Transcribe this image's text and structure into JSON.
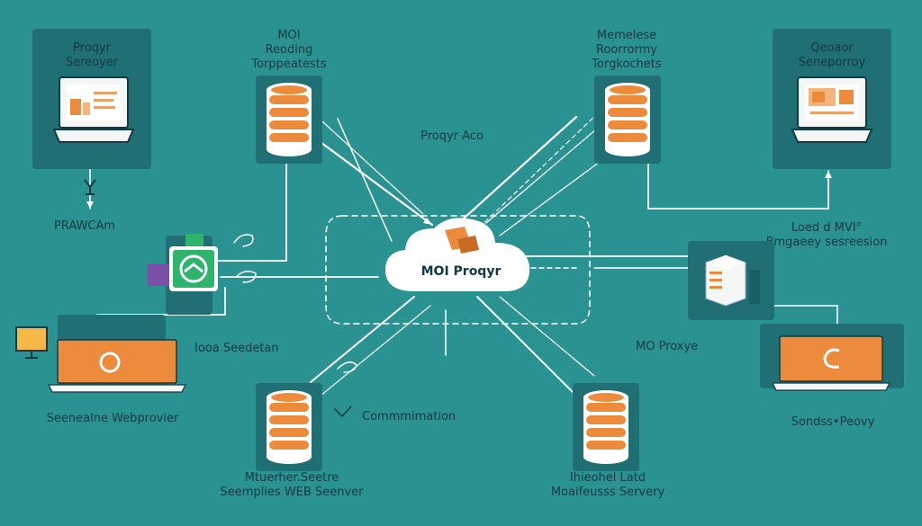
{
  "colors": {
    "background": "#2a9290",
    "panel": "#206f75",
    "panel_dark": "#1b5f66",
    "orange": "#ec8b3c",
    "orange_dark": "#c86a24",
    "line": "#ffffff",
    "text": "#123a44",
    "screen": "#f4f7f6",
    "green": "#2db56d",
    "purple": "#7a4fa8"
  },
  "icons": {
    "server": "database-stack-icon",
    "laptop": "laptop-icon",
    "cloud": "cloud-icon",
    "monitor": "monitor-icon",
    "router": "router-icon"
  },
  "nodes": {
    "proxy_server_tl": {
      "line1": "Proqyr",
      "line2": "Sereoyer"
    },
    "mod_reading": {
      "line1": "MOI",
      "line2": "Reoding",
      "line3": "Torppeatests"
    },
    "memelese": {
      "line1": "Memelese",
      "line2": "Roorrormy",
      "line3": "Torgkochets"
    },
    "server_proxy_tr": {
      "line1": "Qeoaor",
      "line2": "Seneporroy"
    },
    "proxy_aco": {
      "label": "Proqyr Aco"
    },
    "pcam": {
      "label": "PRAWCAm"
    },
    "cloud": {
      "label": "MOI Proqyr"
    },
    "load_mvi": {
      "line1": "Loed d MVI°",
      "line2": "Bmgaeey sesreesion"
    },
    "load_session": {
      "label": "Iooa Seedetan"
    },
    "mo_proxy": {
      "label": "MO Proxye"
    },
    "webprovider": {
      "label": "Seenealne Webprovier"
    },
    "sonds_proxy": {
      "label": "Sondss•Peovy"
    },
    "communication": {
      "label": "Commmimation"
    },
    "web_server": {
      "line1": "Mtuerher.Seetre",
      "line2": "Seemplies WEB Seenver"
    },
    "heohel": {
      "line1": "Ihieohel Latd",
      "line2": "Moaifeusss Servery"
    }
  }
}
